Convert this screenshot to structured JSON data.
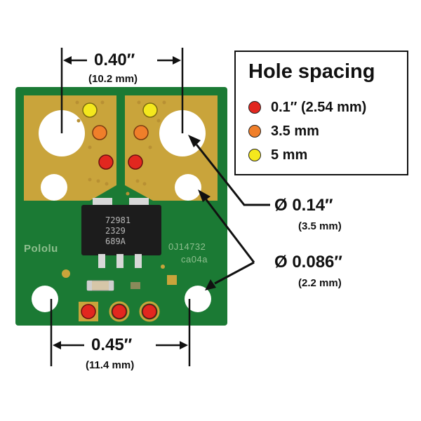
{
  "legend": {
    "title": "Hole spacing",
    "items": [
      {
        "label": "0.1″ (2.54 mm)",
        "color": "#e2271f"
      },
      {
        "label": "3.5 mm",
        "color": "#f07f2a"
      },
      {
        "label": "5 mm",
        "color": "#f4e81d"
      }
    ]
  },
  "dimensions": {
    "top_width": {
      "main": "0.40″",
      "sub": "(10.2 mm)"
    },
    "large_hole": {
      "main": "Ø 0.14″",
      "sub": "(3.5 mm)"
    },
    "small_hole": {
      "main": "Ø 0.086″",
      "sub": "(2.2 mm)"
    },
    "bottom_width": {
      "main": "0.45″",
      "sub": "(11.4 mm)"
    }
  },
  "board": {
    "brand": "Pololu",
    "part_code": "0J14732",
    "revision": "ca04a",
    "chip_lines": [
      "72981",
      "2329",
      "689A"
    ]
  },
  "colors": {
    "pcb_green": "#1b7a34",
    "pad_gold": "#c9a43b",
    "chip_black": "#1c1c1c"
  }
}
